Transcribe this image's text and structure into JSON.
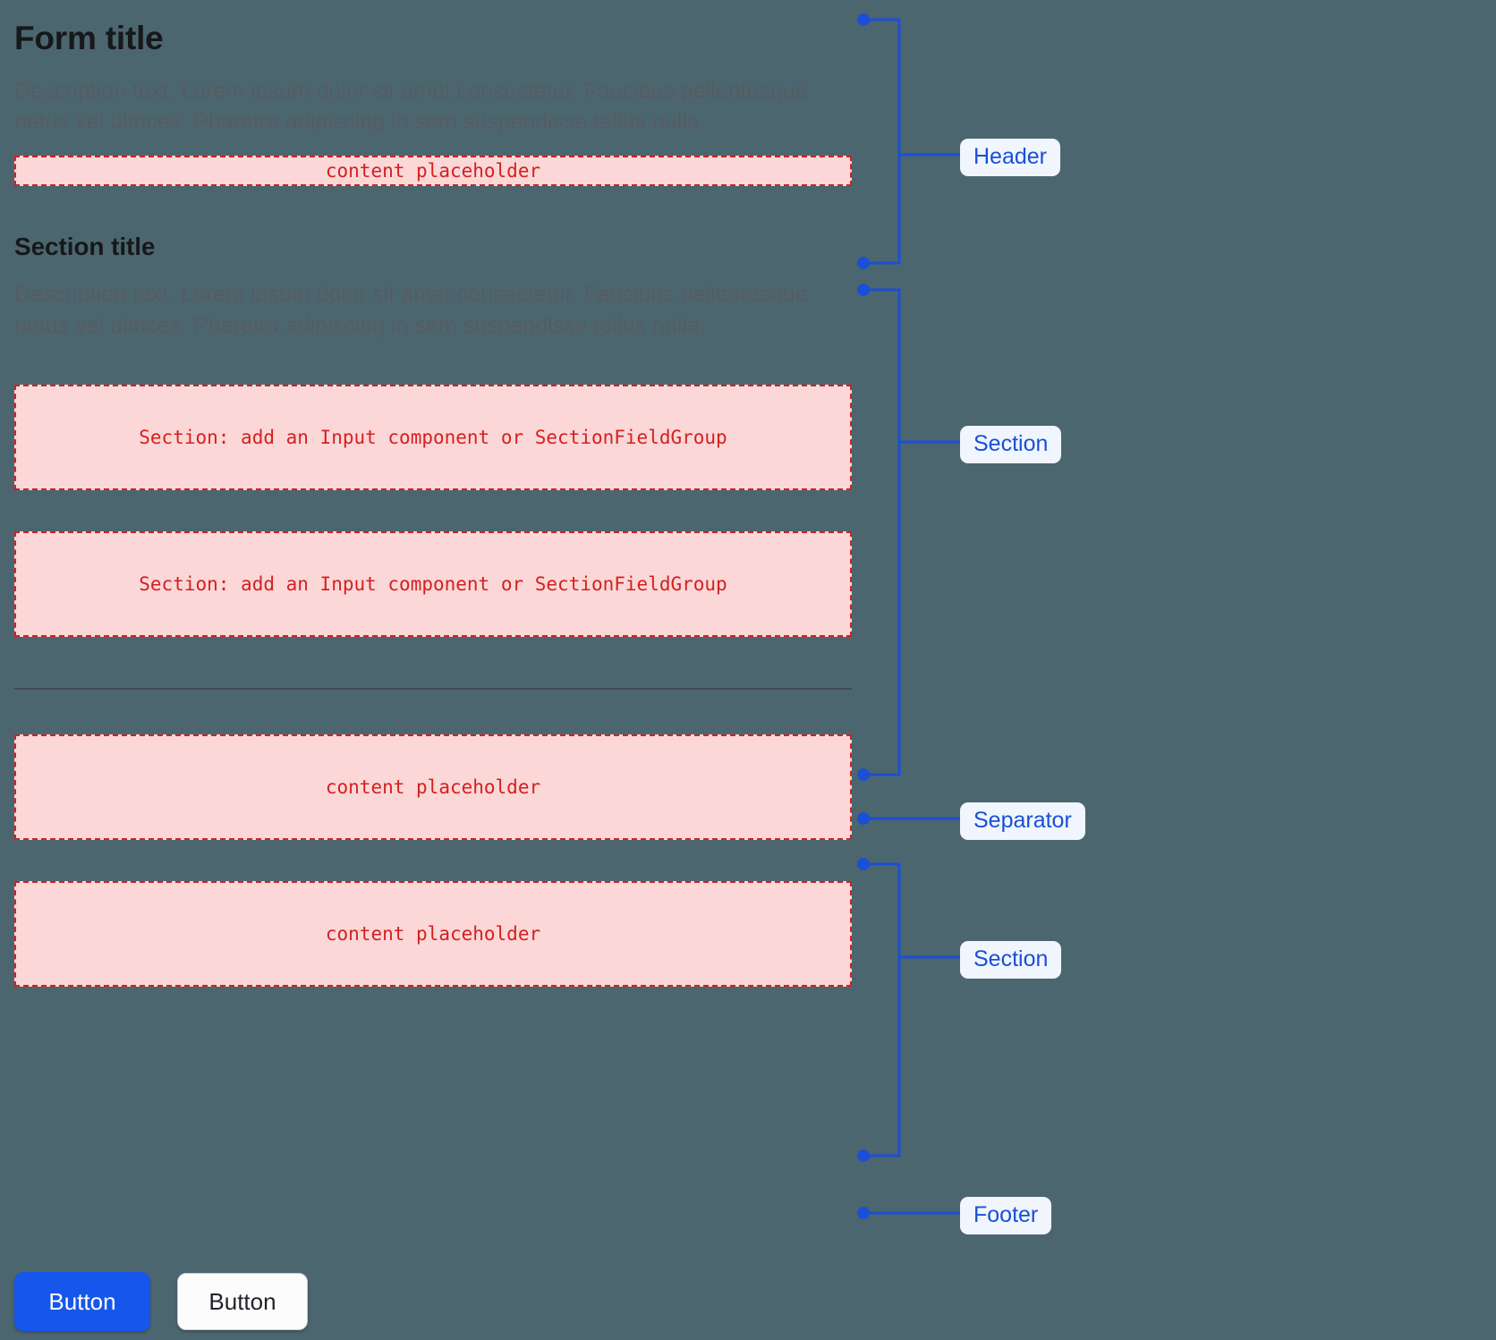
{
  "theme": {
    "background": "#4c6670",
    "title_color": "#17181a",
    "description_color": "#565c61",
    "placeholder_fill": "#fbd7d7",
    "placeholder_border": "#d42020",
    "placeholder_text": "#d42020",
    "annotation_line": "#1a4fd6",
    "annotation_pill_bg": "#f0f5fe",
    "annotation_pill_text": "#1a4fd6",
    "separator_color": "#3f4b55",
    "primary_button_bg": "#1756ea",
    "primary_button_text": "#ffffff",
    "secondary_button_bg": "#fcfcfc",
    "secondary_button_text": "#202327"
  },
  "form": {
    "header": {
      "title": "Form title",
      "description": "Description text. Lorem ipsum dolor sit amet consectetur. Faucibus pellentesque netus vel ultrices. Pharetra adipiscing in sem suspendisse tellus nulla.",
      "placeholder": "content placeholder"
    },
    "section_one": {
      "title": "Section title",
      "description": "Description text. Lorem ipsum dolor sit amet consectetur. Faucibus pellentesque netus vel ultrices. Pharetra adipiscing in sem suspendisse tellus nulla.",
      "field_placeholder_1": "Section: add an Input component or SectionFieldGroup",
      "field_placeholder_2": "Section: add an Input component or SectionFieldGroup"
    },
    "section_two": {
      "placeholder_1": "content placeholder",
      "placeholder_2": "content placeholder"
    },
    "footer": {
      "primary_button": "Button",
      "secondary_button": "Button"
    }
  },
  "annotations": [
    {
      "id": "header",
      "label": "Header"
    },
    {
      "id": "section1",
      "label": "Section"
    },
    {
      "id": "separator",
      "label": "Separator"
    },
    {
      "id": "section2",
      "label": "Section"
    },
    {
      "id": "footer",
      "label": "Footer"
    }
  ]
}
